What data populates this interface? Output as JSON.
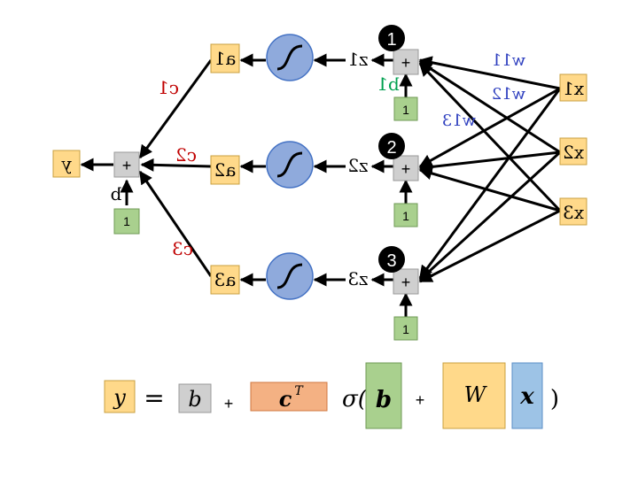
{
  "colors": {
    "node_fill": "#ffd98a",
    "node_stroke": "#c8a040",
    "sum_fill": "#cfcfcf",
    "sum_stroke": "#999999",
    "one_fill": "#a9d08e",
    "one_stroke": "#6f9a55",
    "sigmoid_fill": "#8faadc",
    "sigmoid_stroke": "#4472c4",
    "weight_blue": "#2e3fbf",
    "weight_red": "#c00000",
    "bias_green": "#00a050",
    "eq_orange": "#f4b183",
    "eq_orange_stroke": "#d07840",
    "eq_blue": "#9dc3e6",
    "eq_blue_stroke": "#5b8fc7"
  },
  "inputs": [
    "x1",
    "x2",
    "x3"
  ],
  "hidden": [
    {
      "badge": "1",
      "z": "z1",
      "a": "a1",
      "bias": "b1",
      "one": "1"
    },
    {
      "badge": "2",
      "z": "z2",
      "a": "a2",
      "bias": "",
      "one": "1"
    },
    {
      "badge": "3",
      "z": "z3",
      "a": "a3",
      "bias": "",
      "one": "1"
    }
  ],
  "weights": [
    "w11",
    "w12",
    "w13"
  ],
  "out_weights": [
    "c1",
    "c2",
    "c3"
  ],
  "output": {
    "y": "y",
    "sum": "+",
    "bias": "b",
    "one": "1"
  },
  "sum_symbol": "+",
  "equation": {
    "y": "y",
    "equals": "=",
    "b": "b",
    "plus1": "+",
    "cT": "c",
    "cT_sup": "T",
    "sigma": "σ(",
    "b_bold": "b",
    "plus2": "+",
    "W": "W",
    "x": "x",
    "close": ")"
  }
}
